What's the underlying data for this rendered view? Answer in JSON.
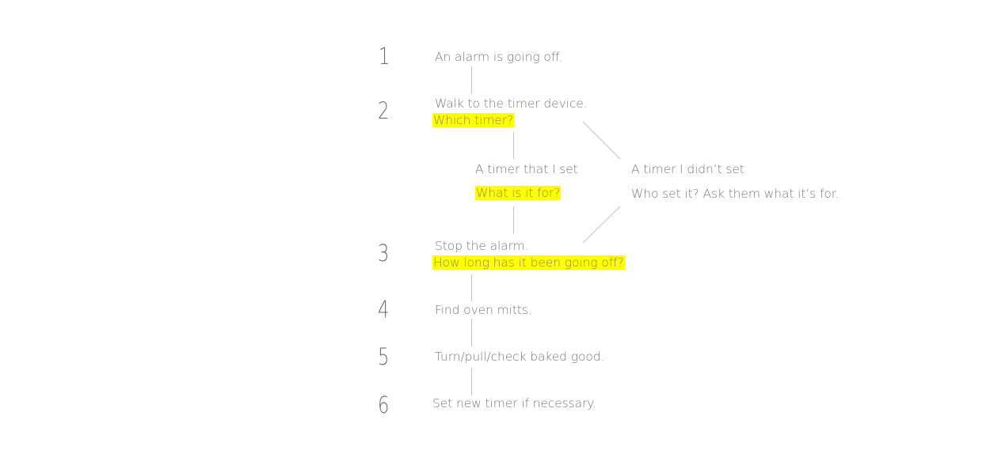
{
  "diagram": {
    "type": "flow-steps",
    "colors": {
      "text": "#7a7a7a",
      "number": "#6f6f6f",
      "line": "#bdbdbd",
      "highlight": "#ffff00"
    },
    "steps": [
      {
        "number": "1",
        "text": "An alarm is going off."
      },
      {
        "number": "2",
        "text": "Walk to the timer device.",
        "question": "Which timer?"
      },
      {
        "number": "3",
        "text": "Stop the alarm.",
        "question": "How long has it been going off?"
      },
      {
        "number": "4",
        "text": "Find oven mitts."
      },
      {
        "number": "5",
        "text": "Turn/pull/check baked good."
      },
      {
        "number": "6",
        "text": "Set new timer if necessary."
      }
    ],
    "branches": [
      {
        "text": "A timer that I set",
        "question": "What is it for?"
      },
      {
        "text": "A timer I didn’t set",
        "note": "Who set it? Ask them what it’s for."
      }
    ]
  }
}
